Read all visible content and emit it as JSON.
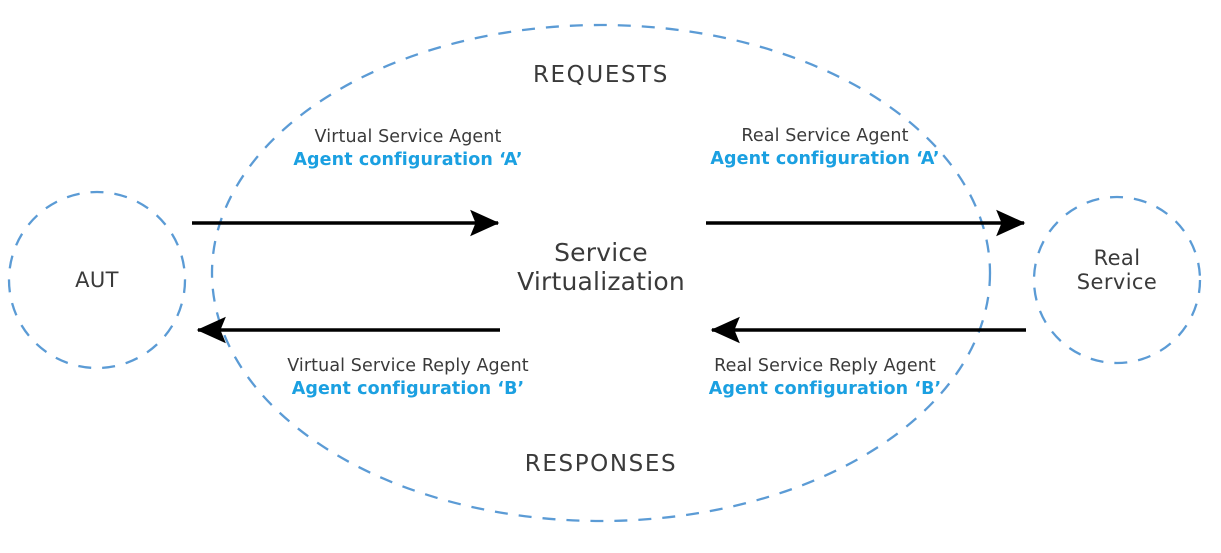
{
  "diagram": {
    "title_region_top": "REQUESTS",
    "title_region_bottom": "RESPONSES",
    "center_line1": "Service",
    "center_line2": "Virtualization",
    "colors": {
      "dashed_blue": "#5b9bd5",
      "config_blue": "#1ba0e1",
      "arrow_black": "#000000",
      "text_gray": "#3a3a3a",
      "background": "#ffffff"
    },
    "nodes": [
      {
        "id": "aut",
        "line1": "AUT",
        "line2": ""
      },
      {
        "id": "real-service",
        "line1": "Real",
        "line2": "Service"
      }
    ],
    "boundary": {
      "shape": "ellipse",
      "style": "dashed",
      "label_top": "REQUESTS",
      "label_bottom": "RESPONSES"
    },
    "agents": [
      {
        "id": "virtual-service-agent",
        "title": "Virtual Service Agent",
        "config": "Agent configuration ‘A’",
        "direction": "right",
        "flow": "requests"
      },
      {
        "id": "real-service-agent",
        "title": "Real Service Agent",
        "config": "Agent configuration ‘A’",
        "direction": "right",
        "flow": "requests"
      },
      {
        "id": "virtual-service-reply-agent",
        "title": "Virtual Service Reply Agent",
        "config": "Agent configuration ‘B’",
        "direction": "left",
        "flow": "responses"
      },
      {
        "id": "real-service-reply-agent",
        "title": "Real Service Reply Agent",
        "config": "Agent configuration ‘B’",
        "direction": "left",
        "flow": "responses"
      }
    ],
    "arrows": [
      {
        "id": "aut-to-sv-request",
        "direction": "right"
      },
      {
        "id": "sv-to-real-request",
        "direction": "right"
      },
      {
        "id": "sv-to-aut-response",
        "direction": "left"
      },
      {
        "id": "real-to-sv-response",
        "direction": "left"
      }
    ]
  }
}
